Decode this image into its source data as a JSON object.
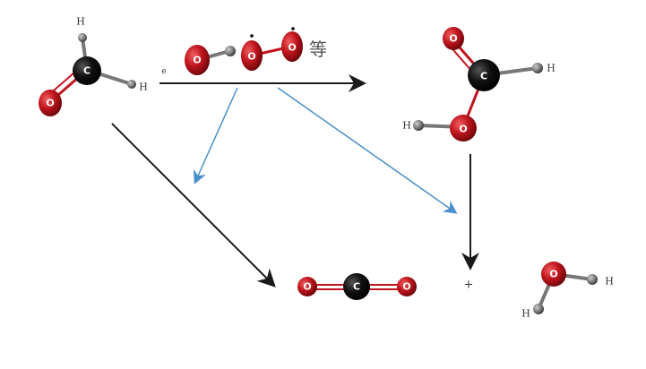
{
  "atoms": {
    "carbon": "C",
    "oxygen": "O",
    "hydrogen": "H"
  },
  "electron_label": "e",
  "etc_label": "等",
  "plus_label": "+",
  "colors": {
    "oxygen": "#b5121b",
    "carbon": "#0a0a0a",
    "hydrogen": "#6e6e6e",
    "arrow_black": "#1a1a1a",
    "arrow_blue": "#4a8fc9"
  }
}
